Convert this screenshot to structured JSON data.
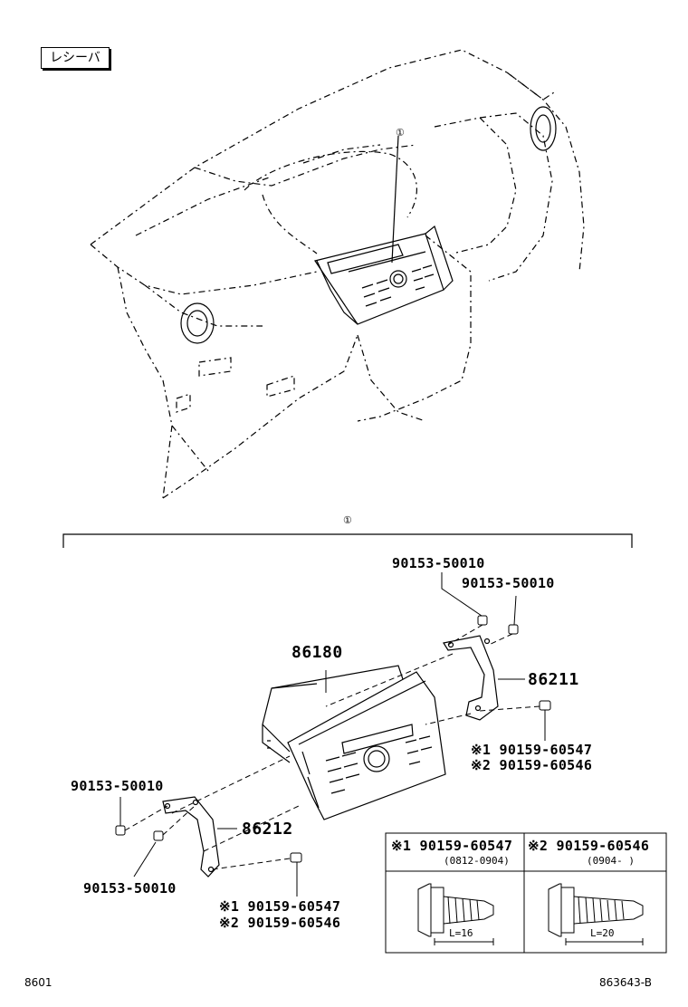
{
  "title": "レシーバ",
  "ref_marker_1": "①",
  "ref_marker_2": "①",
  "parts": {
    "receiver": "86180",
    "bracket_right": "86211",
    "bracket_left": "86212",
    "screw_top_1": "90153-50010",
    "screw_top_2": "90153-50010",
    "screw_left_1": "90153-50010",
    "screw_left_2": "90153-50010",
    "bolt_right_1": "※1 90159-60547",
    "bolt_right_2": "※2 90159-60546",
    "bolt_left_1": "※1 90159-60547",
    "bolt_left_2": "※2 90159-60546"
  },
  "table": {
    "col1_header": "※1 90159-60547",
    "col1_date": "(0812-0904)",
    "col1_length": "L=16",
    "col2_header": "※2 90159-60546",
    "col2_date": "(0904-      )",
    "col2_length": "L=20"
  },
  "footer": {
    "left": "8601",
    "right": "863643-B"
  }
}
